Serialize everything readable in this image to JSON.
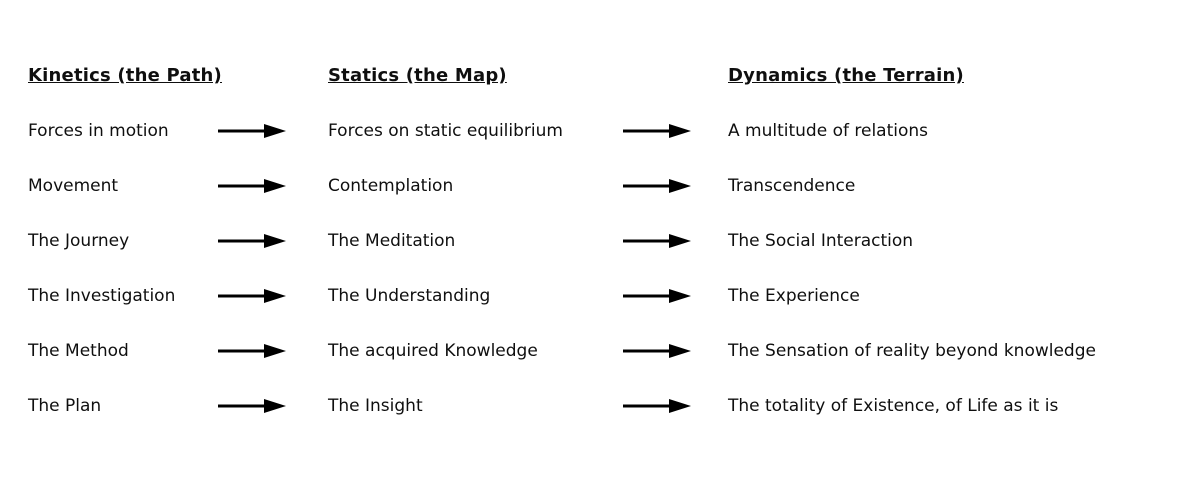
{
  "diagram": {
    "title": "Kinetics / Statics / Dynamics concept mapping",
    "colors": {
      "text": "#0f0f0f",
      "background": "#ffffff",
      "arrow": "#000000"
    },
    "columns": [
      "Kinetics (the Path)",
      "Statics (the Map)",
      "Dynamics (the Terrain)"
    ],
    "arrow_icon": "right-arrow",
    "rows": [
      {
        "kinetics": "Forces in motion",
        "statics": "Forces on static equilibrium",
        "dynamics": "A multitude of relations"
      },
      {
        "kinetics": "Movement",
        "statics": "Contemplation",
        "dynamics": "Transcendence"
      },
      {
        "kinetics": "The Journey",
        "statics": "The Meditation",
        "dynamics": "The Social Interaction"
      },
      {
        "kinetics": "The Investigation",
        "statics": "The Understanding",
        "dynamics": "The Experience"
      },
      {
        "kinetics": "The Method",
        "statics": "The acquired Knowledge",
        "dynamics": "The Sensation of reality beyond knowledge"
      },
      {
        "kinetics": "The Plan",
        "statics": "The Insight",
        "dynamics": "The totality of Existence, of Life as it is"
      }
    ]
  }
}
